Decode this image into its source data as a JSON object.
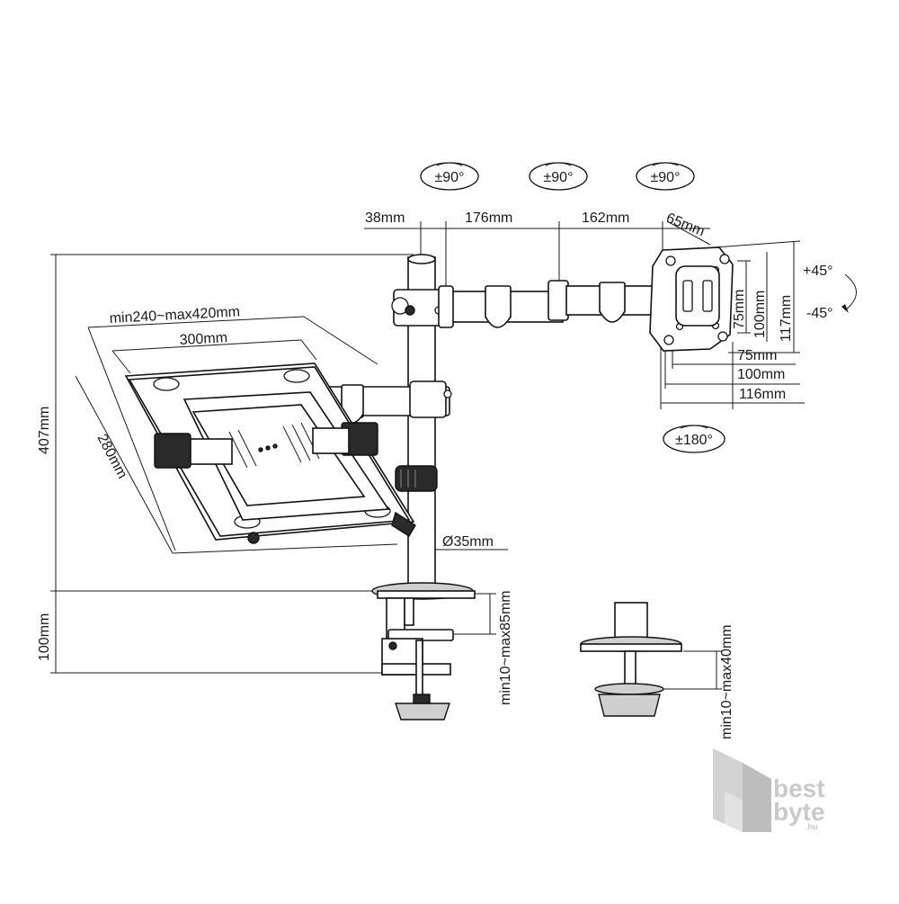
{
  "rotation_badges": {
    "arm_joint_1": "±90°",
    "arm_joint_2": "±90°",
    "arm_joint_3": "±90°",
    "head_rotation": "±180°"
  },
  "tilt": {
    "up": "+45°",
    "down": "-45°"
  },
  "arm_dimensions": {
    "pole_offset": "38mm",
    "segment_1": "176mm",
    "segment_2": "162mm",
    "head_depth": "65mm"
  },
  "vesa": {
    "height_75": "75mm",
    "height_100": "100mm",
    "height_117": "117mm",
    "width_75": "75mm",
    "width_100": "100mm",
    "width_116": "116mm"
  },
  "laptop_tray": {
    "adjustable_width": "min240~max420mm",
    "tray_width": "300mm",
    "tray_depth": "280mm"
  },
  "pole": {
    "height": "407mm",
    "diameter": "Ø35mm"
  },
  "desk_clamp": {
    "clamp_height": "100mm",
    "clamp_range": "min10~max85mm",
    "grommet_range": "min10~max40mm"
  },
  "watermark": {
    "line1": "best",
    "line2": "byte",
    "suffix": ".hu"
  }
}
